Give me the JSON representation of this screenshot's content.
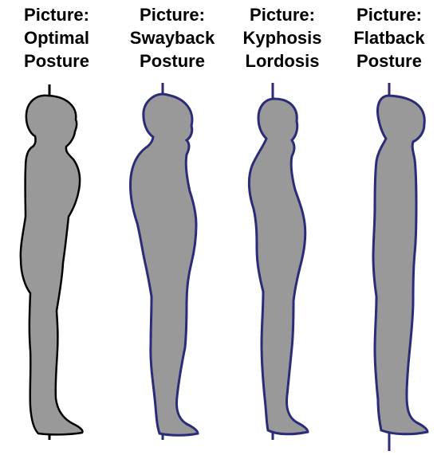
{
  "panels": [
    {
      "line1": "Picture:",
      "line2": "Optimal",
      "line3": "Posture",
      "outline": "#000000"
    },
    {
      "line1": "Picture:",
      "line2": "Swayback",
      "line3": "Posture",
      "outline": "#2b2b78"
    },
    {
      "line1": "Picture:",
      "line2": "Kyphosis",
      "line3": "Lordosis",
      "outline": "#2b2b78"
    },
    {
      "line1": "Picture:",
      "line2": "Flatback",
      "line3": "Posture",
      "outline": "#2b2b78"
    }
  ],
  "colors": {
    "body_fill": "#999999",
    "text": "#000000",
    "background": "#ffffff"
  }
}
